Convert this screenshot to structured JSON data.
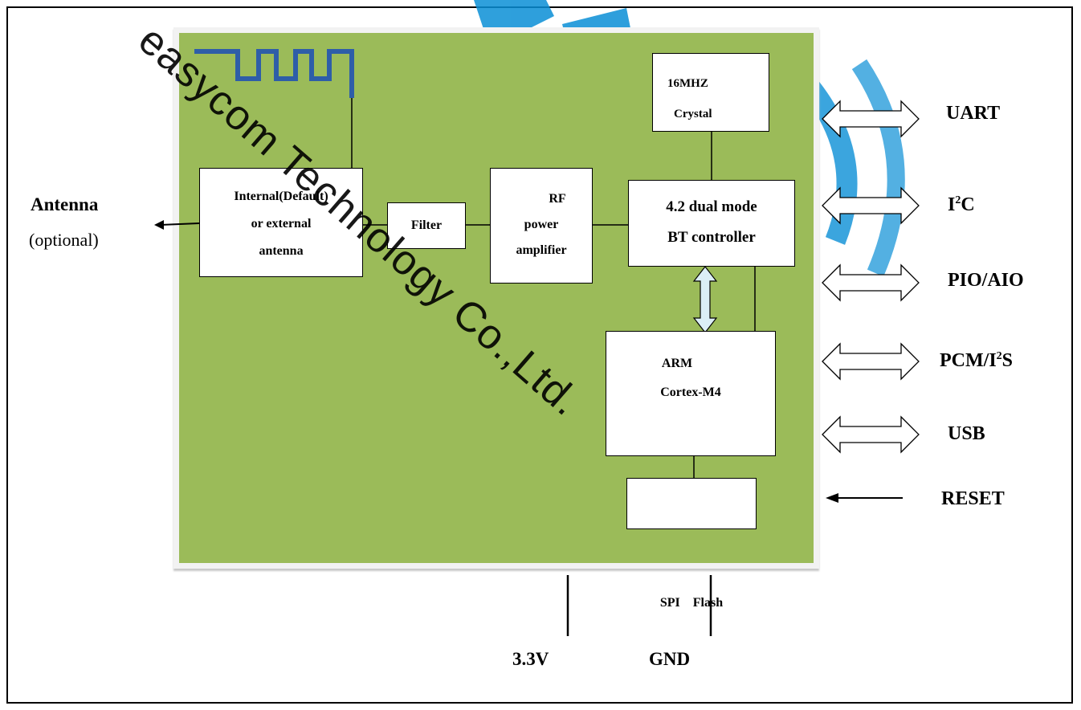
{
  "blocks": {
    "antenna_select": [
      "Internal(Default)",
      "or external",
      "antenna"
    ],
    "filter": "Filter",
    "rf_amp": [
      "RF",
      "power",
      "amplifier"
    ],
    "bt_controller": [
      "4.2 dual mode",
      "BT controller"
    ],
    "crystal": [
      "16MHZ",
      "Crystal"
    ],
    "arm": [
      "ARM",
      "Cortex-M4"
    ],
    "flash": "SPI    Flash"
  },
  "antenna_label": {
    "title": "Antenna",
    "note": "(optional)"
  },
  "interfaces": {
    "uart": "UART",
    "i2c": {
      "base1": "I",
      "sup": "2",
      "base2": "C"
    },
    "pio": "PIO/AIO",
    "pcm": {
      "base1": "PCM/I",
      "sup": "2",
      "base2": "S"
    },
    "usb": "USB",
    "reset": "RESET"
  },
  "power": {
    "v33": "3.3V",
    "gnd": "GND"
  },
  "watermark": "easycom Technology Co.,Ltd.",
  "colors": {
    "board": "#9bbb59",
    "antenna_trace": "#2e5ea8",
    "logo": "#0a8fd6"
  }
}
